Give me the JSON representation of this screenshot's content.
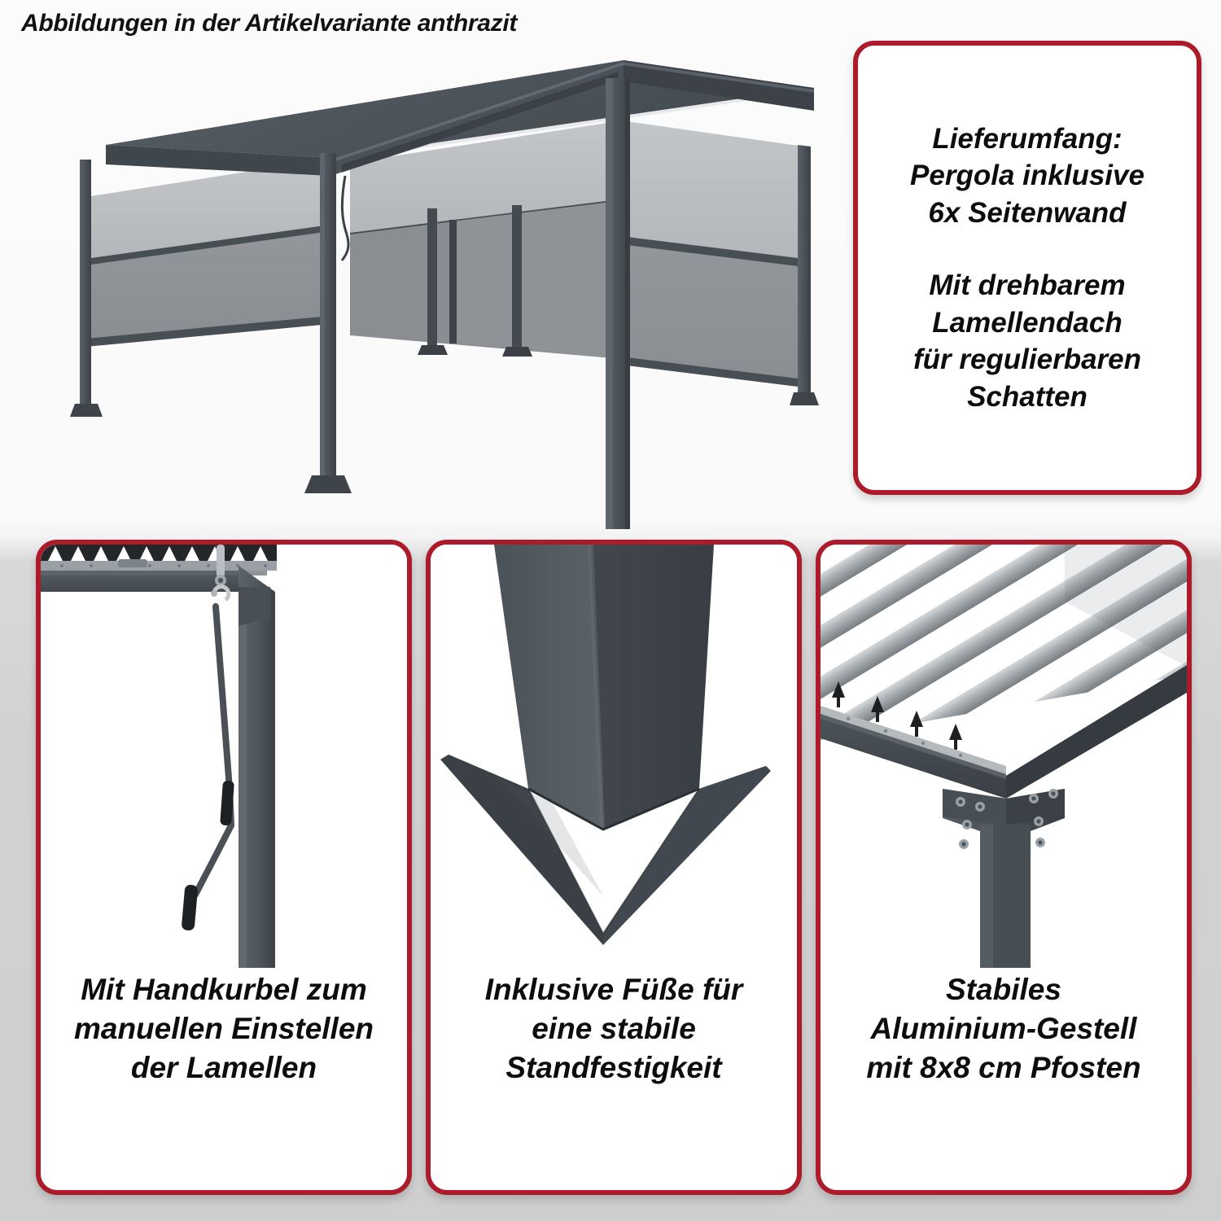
{
  "headline": "Abbildungen in der Artikelvariante anthrazit",
  "colors": {
    "card_border_red": "#ac1b29",
    "frame_anthracite": "#4e555c",
    "frame_anthracite_dark": "#3c4247",
    "fabric_grey": "#8d9196",
    "fabric_light_grey": "#b9bcbf",
    "page_background_top": "#fafafa",
    "page_background_bottom": "#cfcfcf",
    "text_color": "#0d0d0d"
  },
  "info_card": {
    "block_1": "Lieferumfang:\nPergola inklusive\n6x Seitenwand",
    "block_2": "Mit drehbarem\nLamellendach\nfür regulierbaren\nSchatten",
    "block_1_lines": [
      "Lieferumfang:",
      "Pergola inklusive",
      "6x Seitenwand"
    ],
    "block_2_lines": [
      "Mit drehbarem",
      "Lamellendach",
      "für regulierbaren",
      "Schatten"
    ]
  },
  "hero": {
    "alt": "Pergola mit Lamellendach und 6 Seitenwänden in anthrazit, perspektivische Ansicht"
  },
  "detail_cards": [
    {
      "id": "hand-crank",
      "image_alt": "Handkurbel an Pfosten des Lamellendachs",
      "caption": "Mit Handkurbel zum manuellen Einstellen der Lamellen",
      "caption_lines": [
        "Mit Handkurbel zum",
        "manuellen Einstellen",
        "der Lamellen"
      ]
    },
    {
      "id": "post-foot",
      "image_alt": "Pfostenfuß mit quadratischer Bodenplatte",
      "caption": "Inklusive Füße für eine stabile Standfestigkeit",
      "caption_lines": [
        "Inklusive Füße für",
        "eine stabile",
        "Standfestigkeit"
      ]
    },
    {
      "id": "aluminium-frame",
      "image_alt": "Aluminium-Gestell mit Lamellendach und verschraubter Pfosten-Ecke",
      "caption": "Stabiles Aluminium-Gestell mit 8x8 cm Pfosten",
      "caption_lines": [
        "Stabiles",
        "Aluminium-Gestell",
        "mit 8x8 cm Pfosten"
      ]
    }
  ]
}
